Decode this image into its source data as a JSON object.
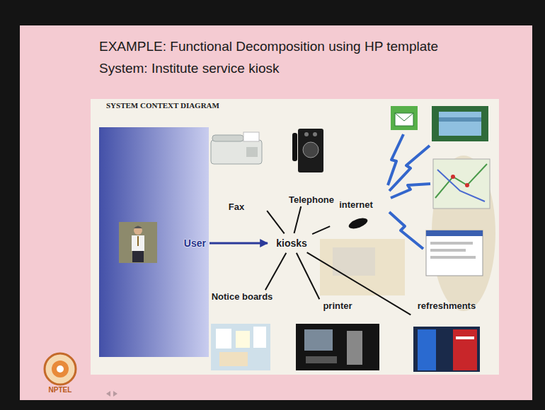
{
  "diagram": {
    "title": "EXAMPLE: Functional Decomposition using HP template",
    "nodes": [
      {
        "text": [
          "User"
        ]
      },
      {
        "text": [
          "kiosks"
        ]
      },
      {
        "text": [
          "Fax"
        ]
      },
      {
        "text": [
          "Telephone"
        ]
      },
      {
        "text": [
          "internet"
        ]
      },
      {
        "text": [
          "Notice boards"
        ]
      },
      {
        "text": [
          "printer"
        ]
      },
      {
        "text": [
          "refreshments"
        ]
      }
    ],
    "edges": [
      {
        "from": 0,
        "to": 1,
        "arrow": "to"
      },
      {
        "from": 1,
        "to": 2,
        "arrow": "none"
      },
      {
        "from": 1,
        "to": 3,
        "arrow": "none"
      },
      {
        "from": 1,
        "to": 4,
        "arrow": "none"
      },
      {
        "from": 1,
        "to": 5,
        "arrow": "none"
      },
      {
        "from": 1,
        "to": 6,
        "arrow": "none"
      },
      {
        "from": 1,
        "to": 7,
        "arrow": "none"
      }
    ],
    "labels": [
      "System: Institute service kiosk",
      "SYSTEM CONTEXT DIAGRAM",
      "NPTEL"
    ]
  }
}
